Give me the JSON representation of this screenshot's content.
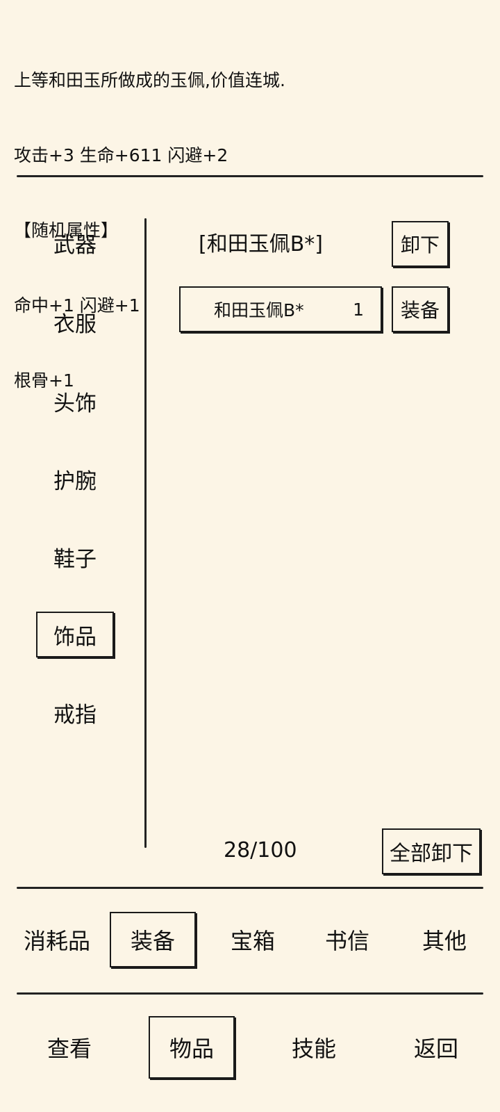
{
  "item_detail": {
    "lines": [
      "上等和田玉所做成的玉佩,价值连城.",
      "攻击+3 生命+611 闪避+2",
      "【随机属性】",
      "命中+1 闪避+1",
      "根骨+1"
    ]
  },
  "categories": [
    {
      "label": "武器",
      "selected": false
    },
    {
      "label": "衣服",
      "selected": false
    },
    {
      "label": "头饰",
      "selected": false
    },
    {
      "label": "护腕",
      "selected": false
    },
    {
      "label": "鞋子",
      "selected": false
    },
    {
      "label": "饰品",
      "selected": true
    },
    {
      "label": "戒指",
      "selected": false
    }
  ],
  "equipped": {
    "name": "[和田玉佩B*]",
    "unequip_label": "卸下"
  },
  "inventory_items": [
    {
      "name": "和田玉佩B*",
      "count": "1",
      "action_label": "装备"
    }
  ],
  "capacity": "28/100",
  "unequip_all_label": "全部卸下",
  "item_tabs": [
    {
      "label": "消耗品",
      "selected": false
    },
    {
      "label": "装备",
      "selected": true
    },
    {
      "label": "宝箱",
      "selected": false
    },
    {
      "label": "书信",
      "selected": false
    },
    {
      "label": "其他",
      "selected": false
    }
  ],
  "bottom_nav": [
    {
      "label": "查看",
      "selected": false
    },
    {
      "label": "物品",
      "selected": true
    },
    {
      "label": "技能",
      "selected": false
    },
    {
      "label": "返回",
      "selected": false
    }
  ],
  "colors": {
    "background": "#fcf5e6",
    "ink": "#111111"
  }
}
